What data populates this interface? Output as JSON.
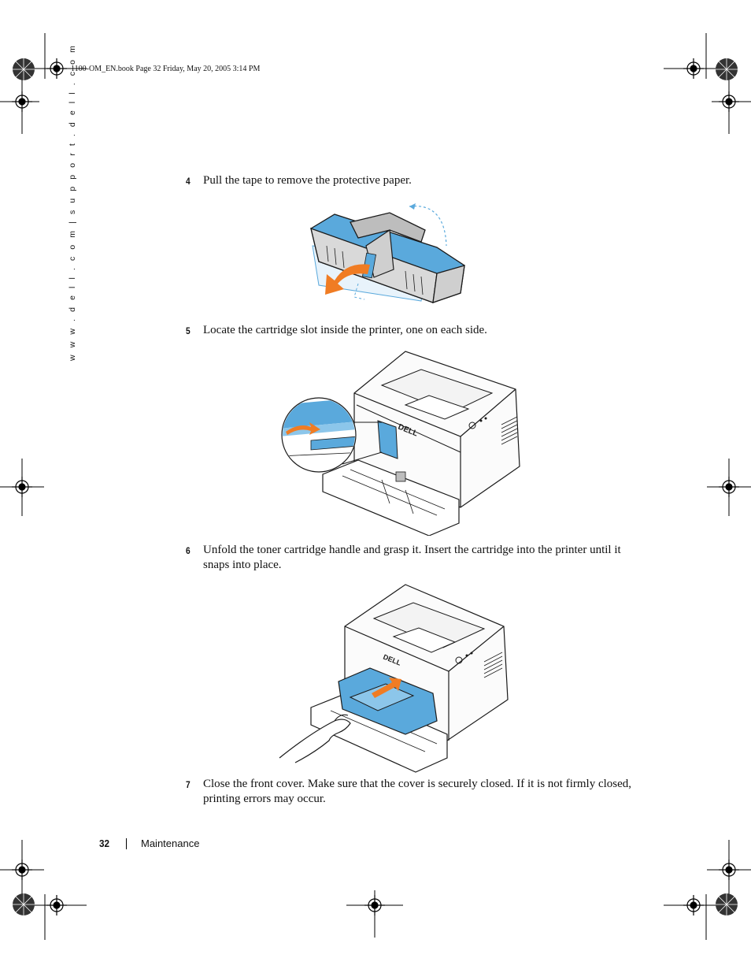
{
  "header": {
    "slug": "1100-OM_EN.book  Page 32  Friday, May 20, 2005  3:14 PM"
  },
  "sidebar": {
    "url": "w w w . d e l l . c o m  |  s u p p o r t . d e l l . c o m"
  },
  "steps": [
    {
      "number": "4",
      "text": "Pull the tape to remove the protective paper."
    },
    {
      "number": "5",
      "text": "Locate the cartridge slot inside the printer, one on each side."
    },
    {
      "number": "6",
      "text": "Unfold the toner cartridge handle and grasp it. Insert the cartridge into the printer until it snaps into place."
    },
    {
      "number": "7",
      "text": "Close the front cover. Make sure that the cover is securely closed. If it is not firmly closed, printing errors may occur."
    }
  ],
  "footer": {
    "page_number": "32",
    "section": "Maintenance"
  },
  "colors": {
    "accent_blue": "#5aa9dc",
    "arrow_orange": "#f07c23",
    "line": "#1a1a1a"
  },
  "figures": {
    "fig1": {
      "logo": ""
    },
    "fig2": {
      "logo": "DELL"
    },
    "fig3": {
      "logo": "DELL"
    }
  }
}
